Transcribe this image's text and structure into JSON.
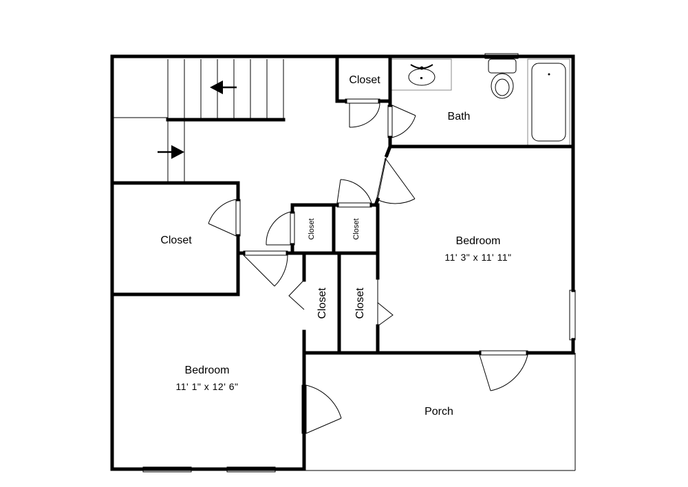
{
  "rooms": {
    "bath": "Bath",
    "closet_top": "Closet",
    "closet_left": "Closet",
    "closet_small_1": "Closet",
    "closet_small_2": "Closet",
    "closet_vert_1": "Closet",
    "closet_vert_2": "Closet",
    "bedroom_right": {
      "name": "Bedroom",
      "dims": "11' 3\" x 11' 11\""
    },
    "bedroom_left": {
      "name": "Bedroom",
      "dims": "11' 1\" x 12' 6\""
    },
    "porch": "Porch"
  },
  "icons": [
    "stair-down-arrow-icon",
    "stair-up-arrow-icon",
    "sink-icon",
    "toilet-icon",
    "bathtub-icon"
  ]
}
